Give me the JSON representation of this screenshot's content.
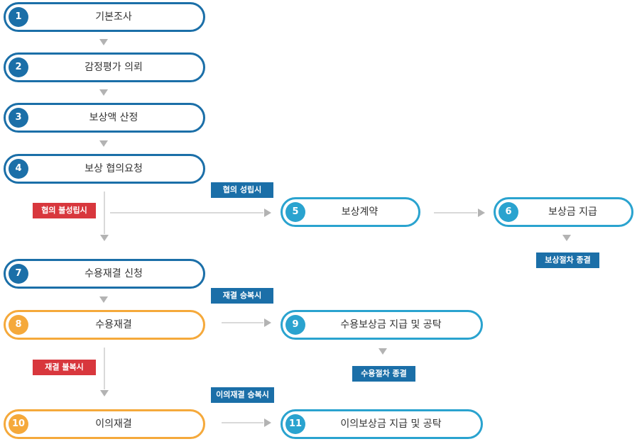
{
  "steps": {
    "s1": {
      "num": "1",
      "label": "기본조사"
    },
    "s2": {
      "num": "2",
      "label": "감정평가 의뢰"
    },
    "s3": {
      "num": "3",
      "label": "보상액 산정"
    },
    "s4": {
      "num": "4",
      "label": "보상 협의요청"
    },
    "s5": {
      "num": "5",
      "label": "보상계약"
    },
    "s6": {
      "num": "6",
      "label": "보상금 지급"
    },
    "s7": {
      "num": "7",
      "label": "수용재결 신청"
    },
    "s8": {
      "num": "8",
      "label": "수용재결"
    },
    "s9": {
      "num": "9",
      "label": "수용보상금 지급 및 공탁"
    },
    "s10": {
      "num": "10",
      "label": "이의재결"
    },
    "s11": {
      "num": "11",
      "label": "이의보상금 지급 및 공탁"
    }
  },
  "tags": {
    "agreement_reached": "협의 성립시",
    "agreement_failed": "협의 불성립시",
    "compensation_end": "보상절차 종결",
    "ruling_accepted": "재결 승복시",
    "ruling_rejected": "재결 불복시",
    "expropriation_end": "수용절차 종결",
    "objection_accepted": "이의재결 승복시"
  },
  "colors": {
    "navy": "#1b6fa8",
    "cyan": "#2aa3cf",
    "orange": "#f5a93b",
    "red": "#d8373d",
    "arrow_gray": "#b3b3b3"
  }
}
